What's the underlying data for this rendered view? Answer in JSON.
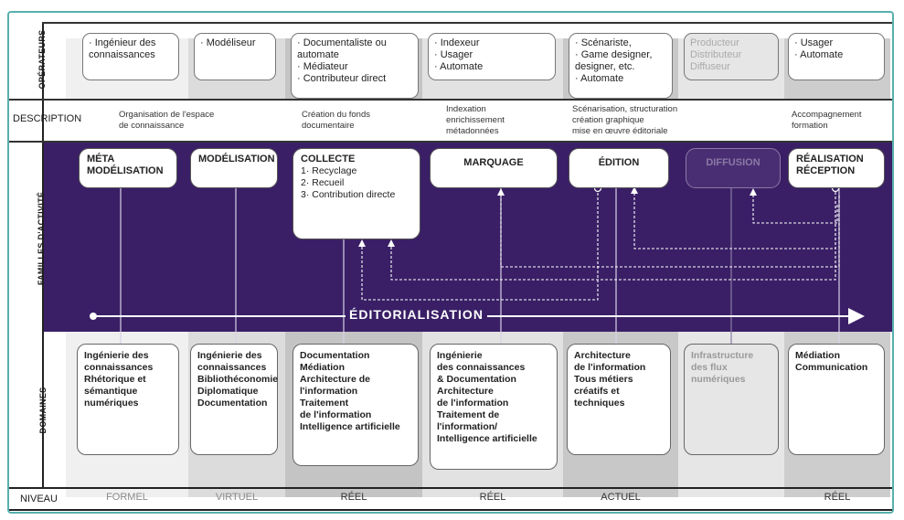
{
  "row_labels": {
    "operateurs": "OPÉRATEURS",
    "description": "DESCRIPTION",
    "familles": "FAMILLES D'ACTIVITÉ",
    "domaines": "DOMAINES",
    "niveau": "NIVEAU"
  },
  "operateurs": [
    {
      "lines": [
        "· Ingénieur des",
        "connaissances"
      ]
    },
    {
      "lines": [
        "· Modéliseur"
      ]
    },
    {
      "lines": [
        "· Documentaliste ou",
        "automate",
        "· Médiateur",
        "· Contributeur direct"
      ]
    },
    {
      "lines": [
        "· Indexeur",
        "· Usager",
        "· Automate"
      ]
    },
    {
      "lines": [
        "· Scénariste,",
        "· Game designer,",
        "designer, etc.",
        "· Automate"
      ]
    },
    {
      "lines": [
        "Producteur",
        "Distributeur",
        "Diffuseur"
      ]
    },
    {
      "lines": [
        "· Usager",
        "· Automate"
      ]
    }
  ],
  "descriptions": [
    {
      "lines": [
        "Organisation de l'espace",
        "de connaissance"
      ]
    },
    {
      "lines": [
        "Création du fonds",
        "documentaire"
      ]
    },
    {
      "lines": [
        "Indexation",
        "enrichissement",
        "métadonnées"
      ]
    },
    {
      "lines": [
        "Scénarisation, structuration",
        "création graphique",
        "mise en œuvre éditoriale"
      ]
    },
    {
      "lines": [
        "Accompagnement",
        "formation"
      ]
    }
  ],
  "activites": [
    {
      "title": [
        "MÉTA",
        "MODÉLISATION"
      ],
      "sub": []
    },
    {
      "title": [
        "MODÉLISATION"
      ],
      "sub": []
    },
    {
      "title": [
        "COLLECTE"
      ],
      "sub": [
        "1· Recyclage",
        "2· Recueil",
        "3· Contribution directe"
      ]
    },
    {
      "title": [
        "MARQUAGE"
      ],
      "sub": []
    },
    {
      "title": [
        "ÉDITION"
      ],
      "sub": []
    },
    {
      "title": [
        "DIFFUSION"
      ],
      "sub": []
    },
    {
      "title": [
        "RÉALISATION",
        "RÉCEPTION"
      ],
      "sub": []
    }
  ],
  "editorialisation_label": "ÉDITORIALISATION",
  "domaines": [
    {
      "lines": [
        "Ingénierie des",
        "connaissances",
        "Rhétorique et",
        "sémantique",
        "numériques"
      ]
    },
    {
      "lines": [
        "Ingénierie des",
        "connaissances",
        "Bibliothéconomie",
        "Diplomatique",
        "Documentation"
      ]
    },
    {
      "lines": [
        "Documentation",
        "Médiation",
        "Architecture de",
        "l'information",
        "Traitement",
        "de l'information",
        "Intelligence artificielle"
      ]
    },
    {
      "lines": [
        "Ingénierie",
        "des connaissances",
        "& Documentation",
        "Architecture",
        "de l'information",
        "Traitement de",
        "l'information/",
        "Intelligence artificielle"
      ]
    },
    {
      "lines": [
        "Architecture",
        "de l'information",
        "Tous métiers",
        "créatifs et",
        "techniques"
      ]
    },
    {
      "lines": [
        "Infrastructure",
        "des flux",
        "numériques"
      ]
    },
    {
      "lines": [
        "Médiation",
        "Communication"
      ]
    }
  ],
  "niveaux": [
    "FORMEL",
    "VIRTUEL",
    "RÉEL",
    "RÉEL",
    "ACTUEL",
    "",
    "RÉEL"
  ],
  "colors": {
    "band": "#3a1f66",
    "frame": "#58b0ae",
    "col_light": "#ebebeb",
    "col_mid": "#d9d9d9",
    "col_dark": "#bdbdbd"
  }
}
